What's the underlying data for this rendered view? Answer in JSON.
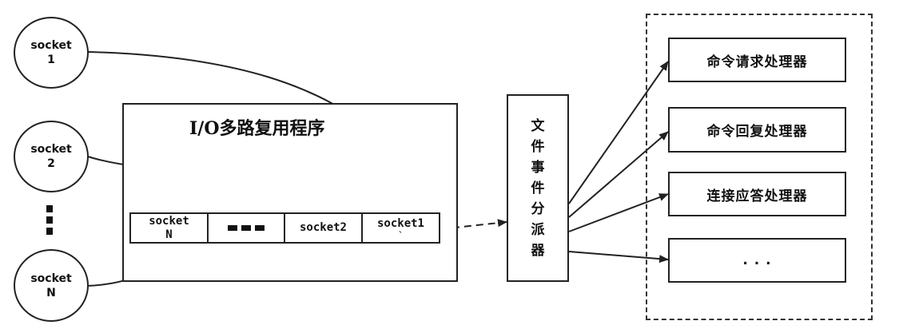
{
  "sockets": [
    {
      "name": "socket",
      "num": "1"
    },
    {
      "name": "socket",
      "num": "2"
    },
    {
      "name": "socket",
      "num": "N"
    }
  ],
  "mux": {
    "title": "I/O多路复用程序",
    "queue": {
      "first": {
        "name": "socket",
        "num": "N"
      },
      "third": "socket2",
      "fourth": "socket1",
      "fourth_mark": "`"
    }
  },
  "dispatcher": {
    "chars": [
      "文",
      "件",
      "事",
      "件",
      "分",
      "派",
      "器"
    ]
  },
  "handlers": [
    "命令请求处理器",
    "命令回复处理器",
    "连接应答处理器",
    ". . ."
  ]
}
